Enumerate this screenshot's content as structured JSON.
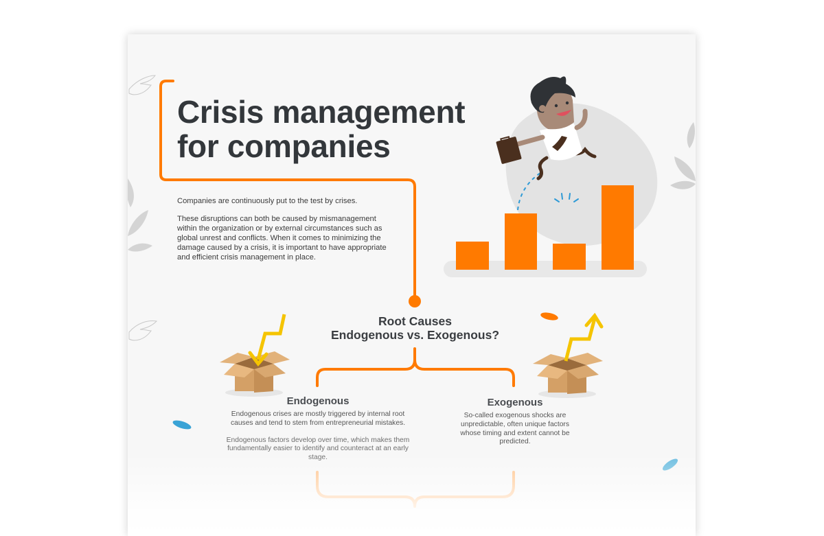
{
  "header": {
    "title_line1": "Crisis management",
    "title_line2": "for companies"
  },
  "intro": {
    "paragraph1": "Companies are continuously put to the test by crises.",
    "paragraph2": "These disruptions can both be caused by mismanagement within the organization or by external circumstances such as global unrest and conflicts. When it comes to minimizing the damage caused by a crisis, it is important to have appropriate and efficient crisis management in place."
  },
  "root_causes": {
    "line1": "Root Causes",
    "line2": "Endogenous vs. Exogenous?"
  },
  "endogenous": {
    "heading": "Endogenous",
    "text1": "Endogenous crises are mostly triggered by internal root causes and tend to stem from entrepreneurial mistakes.",
    "text2": "Endogenous factors develop over time, which makes them fundamentally easier to identify and counteract at an early stage.",
    "icon": "box-arrow-in-icon"
  },
  "exogenous": {
    "heading": "Exogenous",
    "text1": "So-called exogenous shocks are unpredictable, often unique factors whose timing and extent cannot be predicted.",
    "icon": "box-arrow-out-icon"
  },
  "illustration": {
    "description": "businessman jumping over bar chart",
    "bars_relative_heights": [
      40,
      80,
      36,
      122
    ]
  },
  "colors": {
    "accent_orange": "#ff7a00",
    "title_dark": "#33373b",
    "background": "#f7f7f7",
    "box_tan": "#d4a066",
    "arrow_yellow": "#f5c400",
    "leaf_gray": "#d2d2d2",
    "leaf_blue": "#3aa3d6"
  }
}
